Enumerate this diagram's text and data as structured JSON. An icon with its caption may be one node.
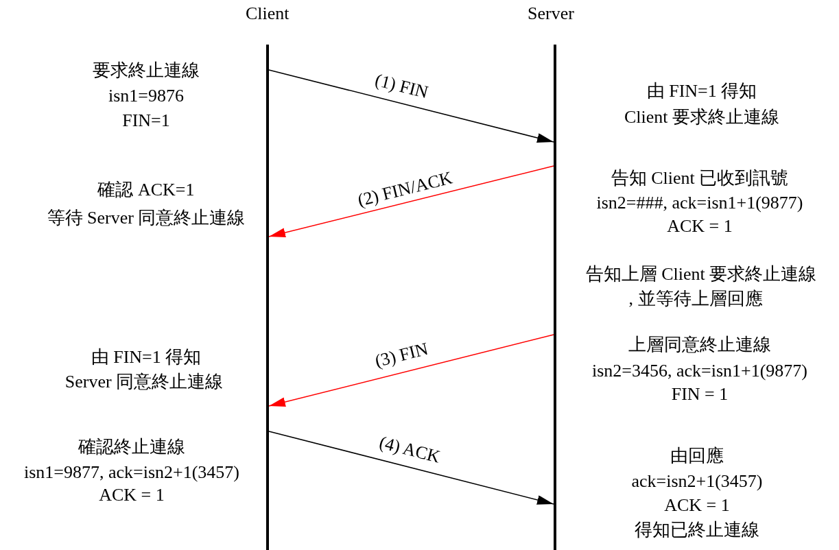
{
  "diagram": {
    "nodes": [
      {
        "text": [
          "Client"
        ]
      },
      {
        "text": [
          "Server"
        ]
      }
    ],
    "edges": [
      {
        "from": 0,
        "to": 1,
        "arrow": "to",
        "label": "(1) FIN"
      },
      {
        "from": 1,
        "to": 0,
        "arrow": "to",
        "label": "(2) FIN/ACK",
        "color": "#ff0000"
      },
      {
        "from": 1,
        "to": 0,
        "arrow": "to",
        "label": "(3) FIN",
        "color": "#ff0000"
      },
      {
        "from": 0,
        "to": 1,
        "arrow": "to",
        "label": "(4) ACK"
      }
    ],
    "labels": [
      "要求終止連線",
      "isn1=9876",
      "FIN=1",
      "由 FIN=1 得知",
      "Client 要求終止連線",
      "告知 Client 已收到訊號",
      "isn2=###, ack=isn1+1(9877)",
      "ACK = 1",
      "確認 ACK=1",
      "等待 Server 同意終止連線",
      "告知上層 Client 要求終止連線",
      ", 並等待上層回應",
      "上層同意終止連線",
      "isn2=3456, ack=isn1+1(9877)",
      "FIN = 1",
      "由 FIN=1 得知",
      "Server 同意終止連線",
      "確認終止連線",
      "isn1=9877, ack=isn2+1(3457)",
      "ACK = 1",
      "由回應",
      "ack=isn2+1(3457)",
      "ACK = 1",
      "得知已終止連線"
    ]
  }
}
